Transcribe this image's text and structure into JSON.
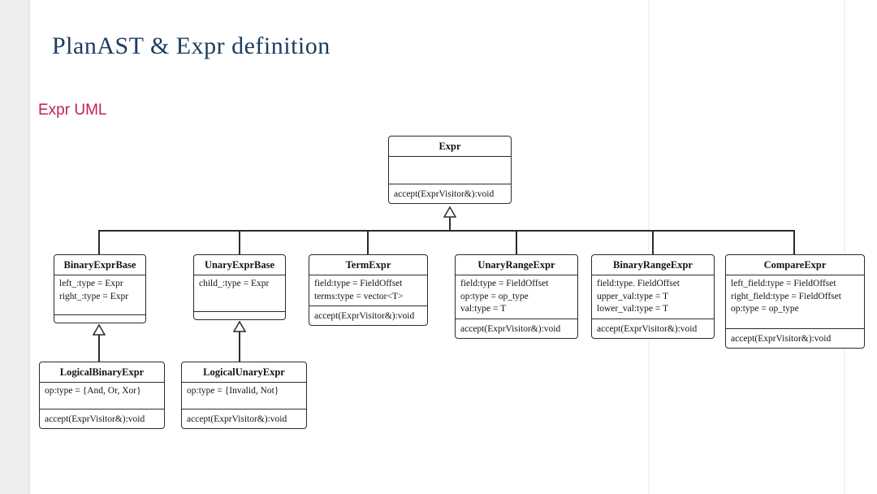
{
  "slide": {
    "title": "PlanAST & Expr definition",
    "subtitle": "Expr UML"
  },
  "colors": {
    "title_text": "#1e3c60",
    "subtitle_text": "#c02050",
    "box_border": "#2b2b2b",
    "box_fill": "#ffffff",
    "connector": "#2b2b2b"
  },
  "diagram": {
    "type": "uml-class-diagram",
    "classes": [
      {
        "name": "Expr",
        "extends": null,
        "attributes": [],
        "methods": [
          "accept(ExprVisitor&):void"
        ]
      },
      {
        "name": "BinaryExprBase",
        "extends": "Expr",
        "attributes": [
          "left_:type = Expr",
          "right_:type = Expr"
        ],
        "methods": []
      },
      {
        "name": "UnaryExprBase",
        "extends": "Expr",
        "attributes": [
          "child_:type = Expr"
        ],
        "methods": []
      },
      {
        "name": "TermExpr",
        "extends": "Expr",
        "attributes": [
          "field:type = FieldOffset",
          "terms:type = vector<T>"
        ],
        "methods": [
          "accept(ExprVisitor&):void"
        ]
      },
      {
        "name": "UnaryRangeExpr",
        "extends": "Expr",
        "attributes": [
          "field:type = FieldOffset",
          "op:type = op_type",
          "val:type = T"
        ],
        "methods": [
          "accept(ExprVisitor&):void"
        ]
      },
      {
        "name": "BinaryRangeExpr",
        "extends": "Expr",
        "attributes": [
          "field:type. FieldOffset",
          "upper_val:type = T",
          "lower_val:type = T"
        ],
        "methods": [
          "accept(ExprVisitor&):void"
        ]
      },
      {
        "name": "CompareExpr",
        "extends": "Expr",
        "attributes": [
          "left_field:type = FieldOffset",
          "right_field:type = FieldOffset",
          "op:type = op_type"
        ],
        "methods": [
          "accept(ExprVisitor&):void"
        ]
      },
      {
        "name": "LogicalBinaryExpr",
        "extends": "BinaryExprBase",
        "attributes": [
          "op:type = {And, Or, Xor}"
        ],
        "methods": [
          "accept(ExprVisitor&):void"
        ]
      },
      {
        "name": "LogicalUnaryExpr",
        "extends": "UnaryExprBase",
        "attributes": [
          "op:type = {Invalid, Not}"
        ],
        "methods": [
          "accept(ExprVisitor&):void"
        ]
      }
    ]
  }
}
